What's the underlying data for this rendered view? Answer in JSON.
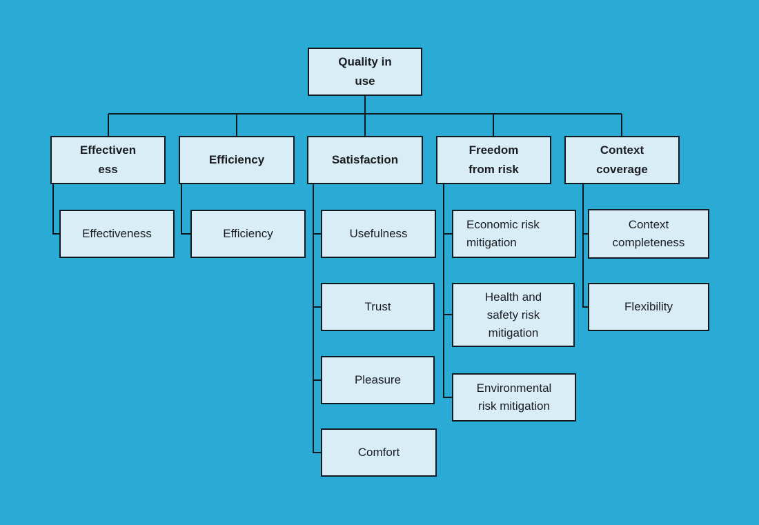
{
  "colors": {
    "background": "#29ABD5",
    "node_fill": "#D8EDF6",
    "line": "#10191E",
    "text": "#1A1C20"
  },
  "tree": {
    "root": {
      "label": "Quality in\nuse"
    },
    "children": [
      {
        "label": "Effectiven\ness",
        "children": [
          {
            "label": "Effectiveness"
          }
        ]
      },
      {
        "label": "Efficiency",
        "children": [
          {
            "label": "Efficiency"
          }
        ]
      },
      {
        "label": "Satisfaction",
        "children": [
          {
            "label": "Usefulness"
          },
          {
            "label": "Trust"
          },
          {
            "label": "Pleasure"
          },
          {
            "label": "Comfort"
          }
        ]
      },
      {
        "label": "Freedom\nfrom risk",
        "children": [
          {
            "label": "Economic risk\nmitigation"
          },
          {
            "label": "Health and\nsafety risk\nmitigation"
          },
          {
            "label": "Environmental\nrisk mitigation"
          }
        ]
      },
      {
        "label": "Context\ncoverage",
        "children": [
          {
            "label": "Context\ncompleteness"
          },
          {
            "label": "Flexibility"
          }
        ]
      }
    ]
  }
}
